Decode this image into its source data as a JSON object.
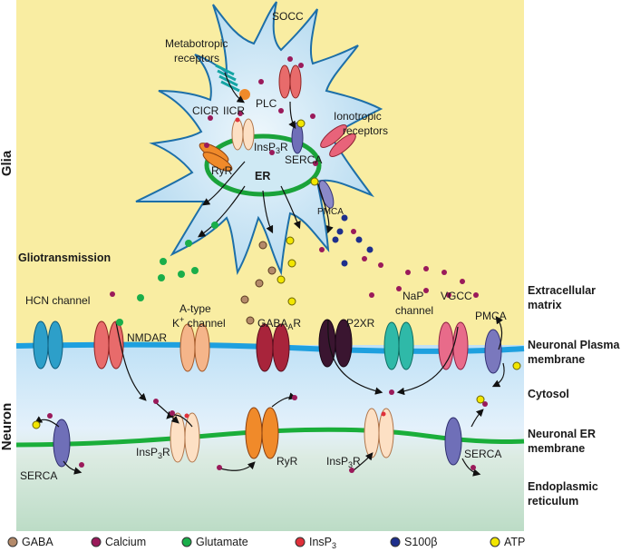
{
  "glia": {
    "side_label": "Glia",
    "metabotropic_line1": "Metabotropic",
    "metabotropic_line2": "receptors",
    "socc": "SOCC",
    "plc": "PLC",
    "cicr": "CICR",
    "iicr": "IICR",
    "ionotropic_line1": "Ionotropic",
    "ionotropic_line2": "receptors",
    "insp3r": "InsP",
    "insp3r_sub": "3",
    "insp3r_tail": "R",
    "ryr": "RyR",
    "serca": "SERCA",
    "er": "ER",
    "pmca": "PMCA"
  },
  "gliotransmission": "Gliotransmission",
  "neuron_side_label": "Neuron",
  "membrane_channels": {
    "hcn": "HCN channel",
    "nmdar": "NMDAR",
    "atype_line1": "A-type",
    "atype_line2_k": "K",
    "atype_line2_sup": "+",
    "atype_line2_rest": " channel",
    "gaba_a": "GABA",
    "gaba_a_sub": "A",
    "gaba_a_tail": "R",
    "p2xr": "P2XR",
    "nap_line1": "NaP",
    "nap_line2": "channel",
    "vgcc": "VGCC",
    "pmca": "PMCA"
  },
  "neuron_er": {
    "insp3r_left": "InsP",
    "insp3r_left_sub": "3",
    "insp3r_left_tail": "R",
    "ryr": "RyR",
    "insp3r_right": "InsP",
    "insp3r_right_sub": "3",
    "insp3r_right_tail": "R",
    "serca_left": "SERCA",
    "serca_right": "SERCA"
  },
  "regions": {
    "extracellular_line1": "Extracellular",
    "extracellular_line2": "matrix",
    "plasma_line1": "Neuronal Plasma",
    "plasma_line2": "membrane",
    "cytosol": "Cytosol",
    "er_membrane_line1": "Neuronal ER",
    "er_membrane_line2": "membrane",
    "reticulum_line1": "Endoplasmic",
    "reticulum_line2": "reticulum"
  },
  "legend": [
    {
      "label": "GABA",
      "color": "#b48a6a"
    },
    {
      "label": "Calcium",
      "color": "#9a1a5a"
    },
    {
      "label": "Glutamate",
      "color": "#1aae4a"
    },
    {
      "label": "InsP",
      "sub": "3",
      "color": "#e0303a"
    },
    {
      "label": "S100β",
      "color": "#1e2f8c"
    },
    {
      "label": "ATP",
      "color": "#f2e600"
    }
  ],
  "colors": {
    "glia_background": "#f9eda2",
    "cell_fill": "#c8e4f4",
    "er_ring": "#1aa33a",
    "plasma_membrane": "#1ea0df",
    "er_membrane": "#1aae3a",
    "endoplasmic_reticulum": "#cfe6d4"
  }
}
